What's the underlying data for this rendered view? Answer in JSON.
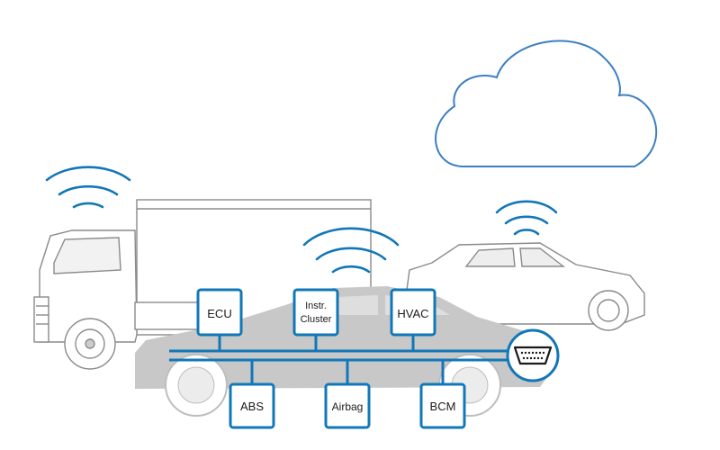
{
  "modules_top": [
    {
      "id": "ecu",
      "lines": [
        "ECU"
      ]
    },
    {
      "id": "instr-cluster",
      "lines": [
        "Instr.",
        "Cluster"
      ]
    },
    {
      "id": "hvac",
      "lines": [
        "HVAC"
      ]
    }
  ],
  "modules_bottom": [
    {
      "id": "abs",
      "lines": [
        "ABS"
      ]
    },
    {
      "id": "airbag",
      "lines": [
        "Airbag"
      ]
    },
    {
      "id": "bcm",
      "lines": [
        "BCM"
      ]
    }
  ],
  "colors": {
    "accent": "#1177b8",
    "cloud": "#3d7fc1",
    "car_body": "#c8c8c8",
    "outline": "#888888",
    "box_fill": "#ffffff"
  },
  "icons": [
    "cloud-icon",
    "wifi-signal-icon",
    "obd-connector-icon"
  ]
}
